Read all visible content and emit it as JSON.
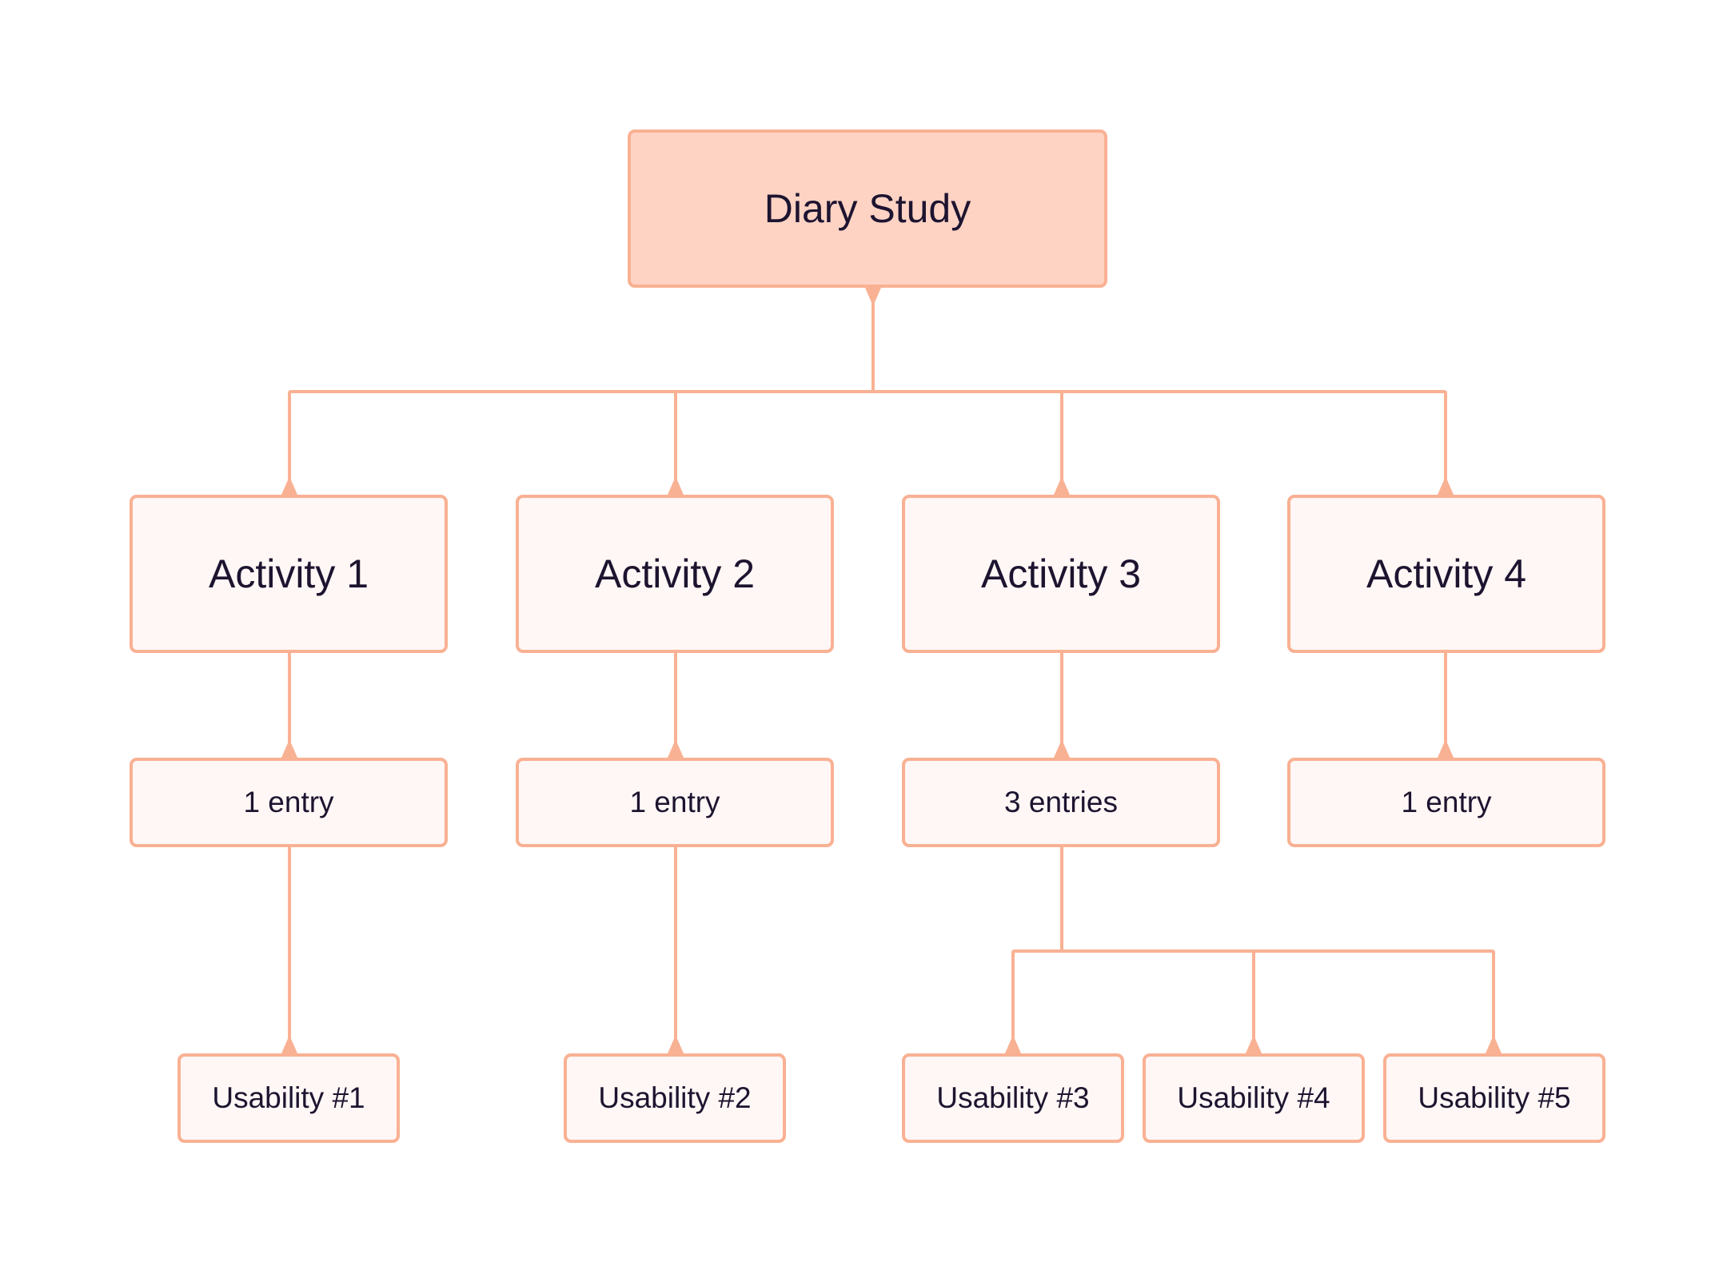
{
  "diagram": {
    "root": {
      "label": "Diary Study"
    },
    "activities": [
      {
        "label": "Activity 1",
        "entries": "1 entry"
      },
      {
        "label": "Activity 2",
        "entries": "1 entry"
      },
      {
        "label": "Activity 3",
        "entries": "3 entries"
      },
      {
        "label": "Activity 4",
        "entries": "1 entry"
      }
    ],
    "usability": [
      {
        "label": "Usability #1"
      },
      {
        "label": "Usability #2"
      },
      {
        "label": "Usability #3"
      },
      {
        "label": "Usability #4"
      },
      {
        "label": "Usability #5"
      }
    ],
    "colors": {
      "line": "#f9b193",
      "root_fill": "#fed3c4",
      "node_fill": "#fff7f5",
      "text": "#1d1430"
    }
  }
}
